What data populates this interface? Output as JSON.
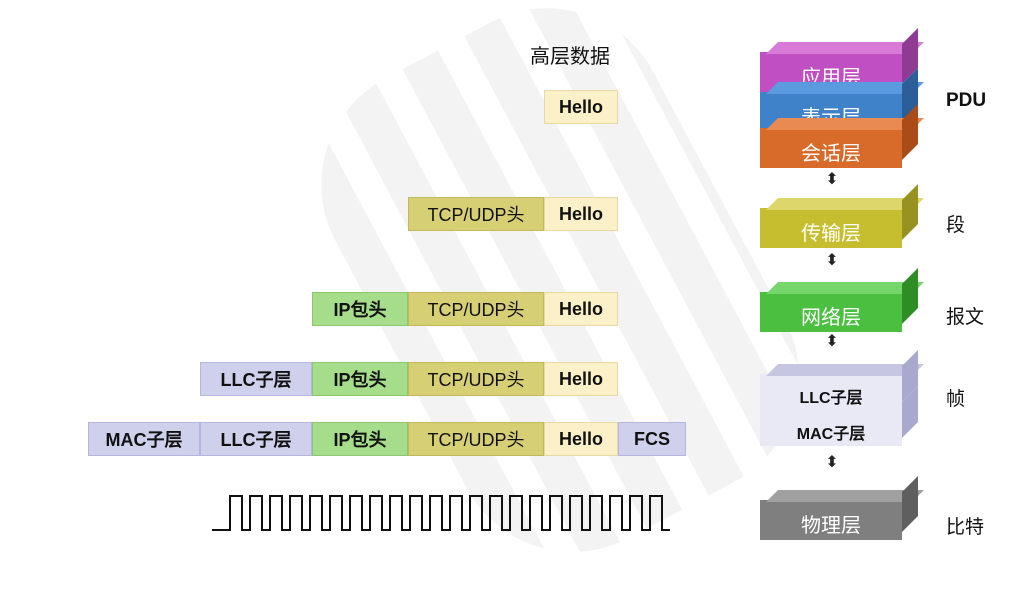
{
  "title": "高层数据",
  "rows": [
    {
      "hello": "Hello"
    },
    {
      "tcp": "TCP/UDP头",
      "hello": "Hello"
    },
    {
      "ip": "IP包头",
      "tcp": "TCP/UDP头",
      "hello": "Hello"
    },
    {
      "llc": "LLC子层",
      "ip": "IP包头",
      "tcp": "TCP/UDP头",
      "hello": "Hello"
    },
    {
      "mac": "MAC子层",
      "llc": "LLC子层",
      "ip": "IP包头",
      "tcp": "TCP/UDP头",
      "hello": "Hello",
      "fcs": "FCS"
    }
  ],
  "layers": {
    "app": "应用层",
    "pres": "表示层",
    "session": "会话层",
    "transport": "传输层",
    "network": "网络层",
    "llc": "LLC子层",
    "mac": "MAC子层",
    "physical": "物理层"
  },
  "pdu": {
    "header": "PDU",
    "segment": "段",
    "packet": "报文",
    "frame": "帧",
    "bit": "比特"
  },
  "colors": {
    "app": "#b94fc0",
    "pres": "#3f82c9",
    "session": "#d86a2a",
    "transport": "#c2bb2b",
    "network": "#4bbf3f",
    "datalink": "#c9c9e8",
    "physical": "#7f7f7f"
  }
}
